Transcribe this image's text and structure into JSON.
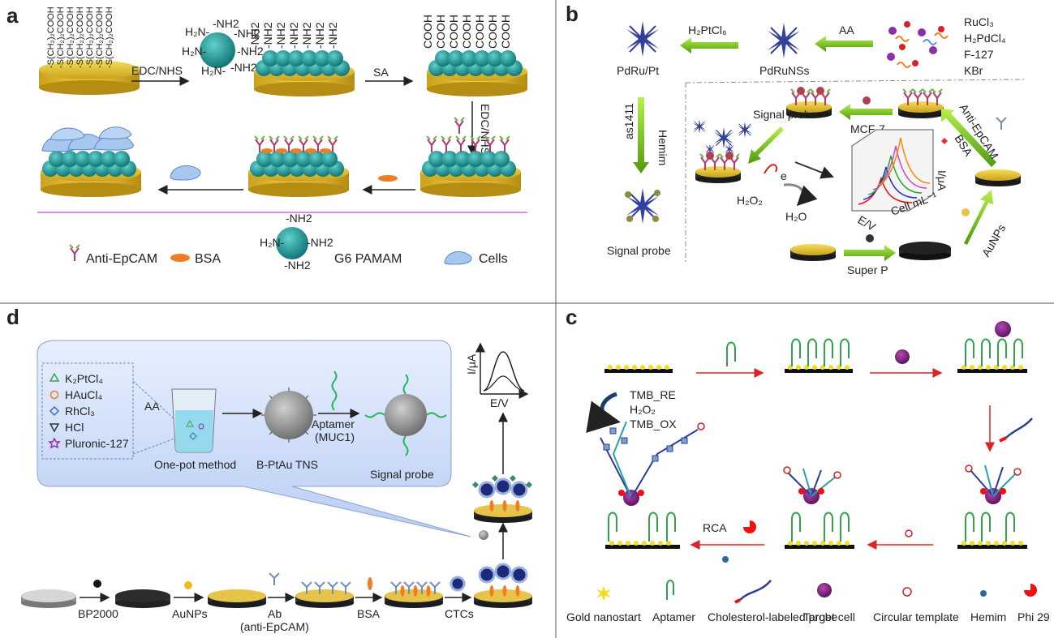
{
  "panel_letters": {
    "a": "a",
    "b": "b",
    "c": "c",
    "d": "d"
  },
  "panel_a": {
    "chain_text": "-S(CH₂)₂COOH",
    "edc_nhs": "EDC/NHS",
    "sa": "SA",
    "edc_nhs_vertical": "EDC/NHS",
    "nh2": "-NH2",
    "nh2_alt": "H₂N-",
    "cooh": "COOH",
    "legend": {
      "anti_epcam": "Anti-EpCAM",
      "bsa": "BSA",
      "g6_pamam": "G6 PAMAM",
      "cells": "Cells"
    }
  },
  "panel_b": {
    "pdru_pt": "PdRu/Pt",
    "h2ptcl6": "H₂PtCl₆",
    "pdrunss": "PdRuNSs",
    "aa": "AA",
    "reagents": [
      "RuCl₃",
      "H₂PdCl₄",
      "F-127",
      "KBr"
    ],
    "as1411": "as1411",
    "hemim": "Hemim",
    "signal_probe_small": "Signal probe",
    "mcf7": "MCF-7",
    "anti_epcam": "Anti-EpCAM",
    "bsa": "BSA",
    "e": "e",
    "h2o2": "H₂O₂",
    "h2o": "H₂O",
    "ylab": "I/μA",
    "xlab": "E/V",
    "clab": "Cell mL⁻¹",
    "aunps": "AuNPs",
    "super_p": "Super P",
    "signal_probe": "Signal probe"
  },
  "panel_c": {
    "tmb_re": "TMB_RE",
    "h2o2": "H₂O₂",
    "tmb_ox": "TMB_OX",
    "rca": "RCA",
    "legend": [
      "Gold nanostart",
      "Aptamer",
      "Cholesterol-labeled probe",
      "Target cell",
      "Circular template",
      "Hemim",
      "Phi 29"
    ]
  },
  "panel_d": {
    "reagents": [
      "K₂PtCl₄",
      "HAuCl₄",
      "RhCl₃",
      "HCl",
      "Pluronic-127"
    ],
    "aa": "AA",
    "one_pot": "One-pot method",
    "bptau": "B-PtAu TNS",
    "aptamer": "Aptamer",
    "muc1": "(MUC1)",
    "signal_probe": "Signal probe",
    "ylab": "I/μA",
    "xlab": "E/V",
    "steps": [
      "BP2000",
      "AuNPs",
      "Ab",
      "(anti-EpCAM)",
      "BSA",
      "CTCs"
    ]
  }
}
